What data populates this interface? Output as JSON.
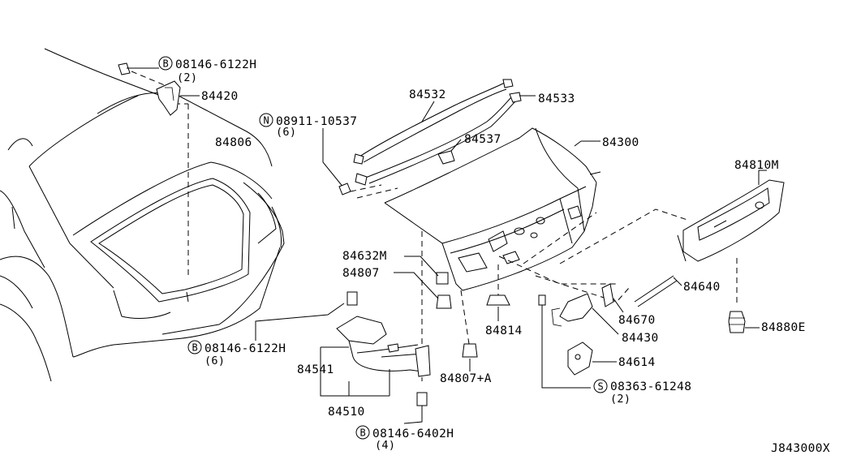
{
  "diagram": {
    "code": "J843000X",
    "parts": {
      "p84420": "84420",
      "p84806": "84806",
      "p84532": "84532",
      "p84533": "84533",
      "p84537": "84537",
      "p84300": "84300",
      "p84810m": "84810M",
      "p84632m": "84632M",
      "p84807": "84807",
      "p84807a": "84807+A",
      "p84814": "84814",
      "p84640": "84640",
      "p84670": "84670",
      "p84430": "84430",
      "p84614": "84614",
      "p84880e": "84880E",
      "p84541": "84541",
      "p84510": "84510"
    },
    "fasteners": {
      "f1": {
        "prefix": "B",
        "number": "08146-6122H",
        "qty": "(2)"
      },
      "f2": {
        "prefix": "N",
        "number": "08911-10537",
        "qty": "(6)"
      },
      "f3": {
        "prefix": "B",
        "number": "08146-6122H",
        "qty": "(6)"
      },
      "f4": {
        "prefix": "S",
        "number": "08363-61248",
        "qty": "(2)"
      },
      "f5": {
        "prefix": "B",
        "number": "08146-6402H",
        "qty": "(4)"
      }
    }
  }
}
